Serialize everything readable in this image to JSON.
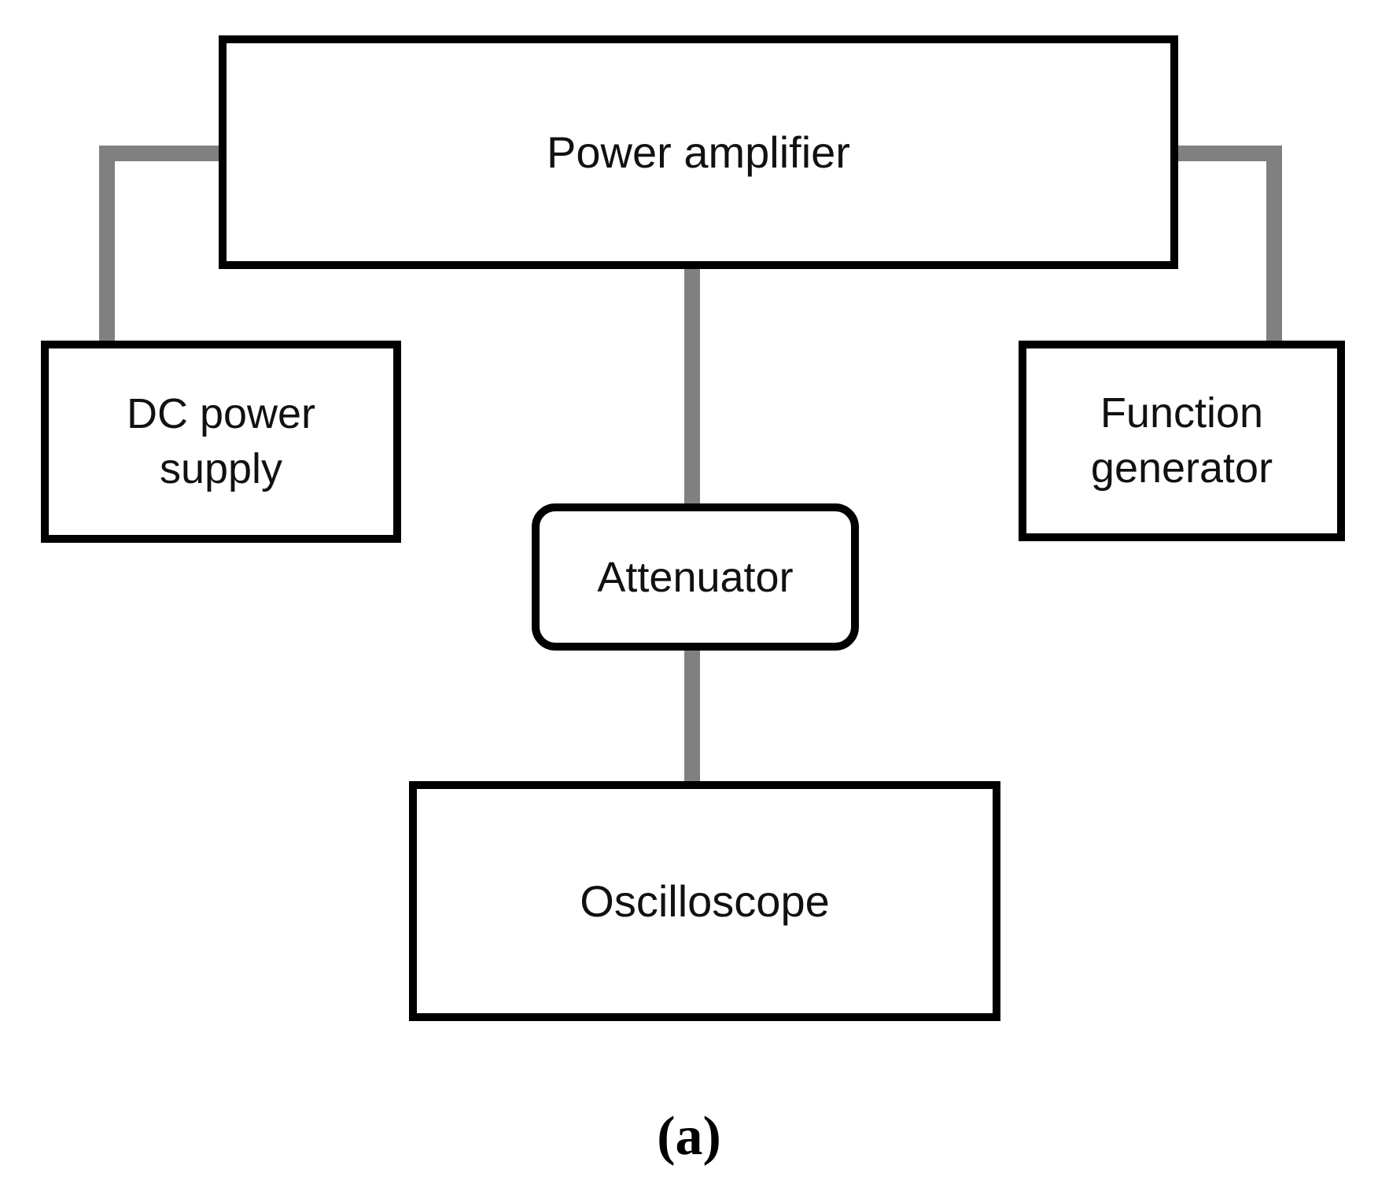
{
  "figure": {
    "caption": "(a)",
    "colors": {
      "connector": "#808080",
      "box_border": "#000000",
      "background": "#ffffff"
    },
    "nodes": {
      "power_amplifier": {
        "label": "Power amplifier"
      },
      "dc_power_supply": {
        "label": "DC power\nsupply"
      },
      "function_generator": {
        "label": "Function\ngenerator"
      },
      "attenuator": {
        "label": "Attenuator"
      },
      "oscilloscope": {
        "label": "Oscilloscope"
      }
    },
    "connections": [
      {
        "from": "power_amplifier",
        "to": "dc_power_supply"
      },
      {
        "from": "power_amplifier",
        "to": "function_generator"
      },
      {
        "from": "power_amplifier",
        "to": "attenuator"
      },
      {
        "from": "attenuator",
        "to": "oscilloscope"
      }
    ]
  }
}
